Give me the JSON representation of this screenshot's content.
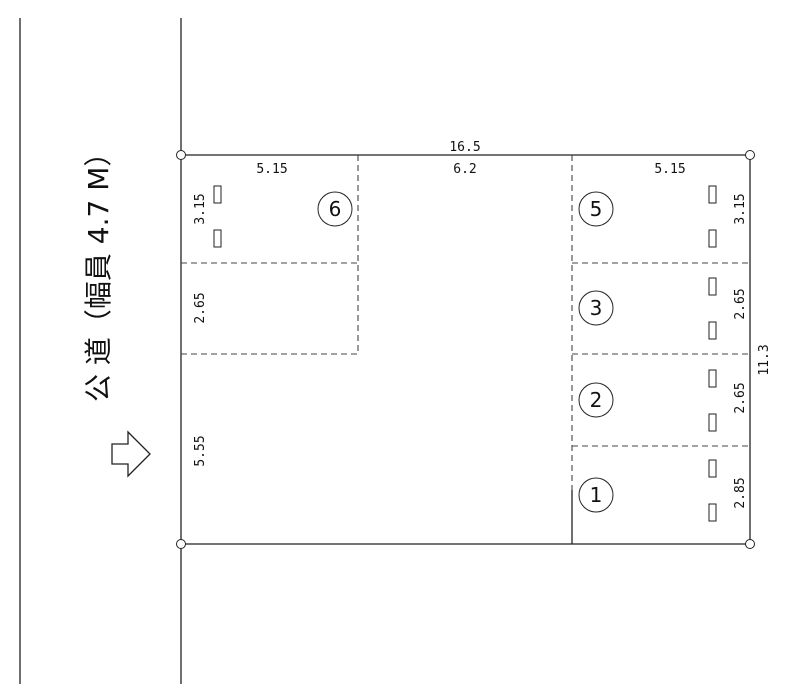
{
  "road": {
    "label": "公 道（幅員 4.7 M）"
  },
  "dimensions": {
    "total_width": "16.5",
    "left_lot_width": "5.15",
    "center_width": "6.2",
    "right_lot_width": "5.15",
    "total_depth": "11.3",
    "left_row_1": "3.15",
    "left_row_2": "2.65",
    "left_remaining": "5.55",
    "right_row_5": "3.15",
    "right_row_3": "2.65",
    "right_row_2": "2.65",
    "right_row_1": "2.85"
  },
  "spaces": {
    "s6": "6",
    "s5": "5",
    "s3": "3",
    "s2": "2",
    "s1": "1"
  }
}
